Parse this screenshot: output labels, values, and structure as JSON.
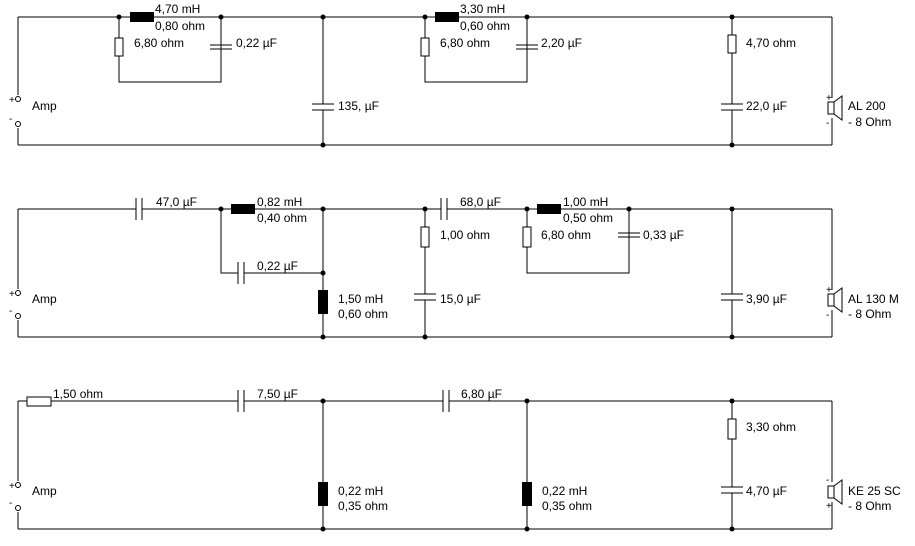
{
  "colors": {
    "wire": "#000000",
    "background": "#ffffff"
  },
  "circuits": [
    {
      "id": "c1",
      "amp_label": "Amp",
      "speaker_label": "AL 200",
      "speaker_impedance": "- 8 Ohm",
      "labels": {
        "l1_l": "4,70 mH",
        "l1_r": "0,80 ohm",
        "r1": "6,80 ohm",
        "c1": "0,22 µF",
        "c2": "135, µF",
        "l2_l": "3,30 mH",
        "l2_r": "0,60 ohm",
        "r2": "6,80 ohm",
        "c3": "2,20 µF",
        "r3": "4,70 ohm",
        "c4": "22,0 µF"
      }
    },
    {
      "id": "c2",
      "amp_label": "Amp",
      "speaker_label": "AL 130 M",
      "speaker_impedance": "- 8 Ohm",
      "labels": {
        "c1": "47,0 µF",
        "l1_l": "0,82 mH",
        "l1_r": "0,40 ohm",
        "c2": "0,22 µF",
        "l2_l": "1,50 mH",
        "l2_r": "0,60 ohm",
        "c3": "68,0 µF",
        "r1": "1,00 ohm",
        "c4": "15,0 µF",
        "l3_l": "1,00 mH",
        "l3_r": "0,50 ohm",
        "r2": "6,80 ohm",
        "c5": "0,33 µF",
        "c6": "3,90 µF"
      }
    },
    {
      "id": "c3",
      "amp_label": "Amp",
      "speaker_label": "KE 25 SC",
      "speaker_impedance": "- 8 Ohm",
      "labels": {
        "r1": "1,50 ohm",
        "c1": "7,50 µF",
        "l1_l": "0,22 mH",
        "l1_r": "0,35 ohm",
        "c2": "6,80 µF",
        "l2_l": "0,22 mH",
        "l2_r": "0,35 ohm",
        "r2": "3,30 ohm",
        "c3": "4,70 µF"
      }
    }
  ]
}
